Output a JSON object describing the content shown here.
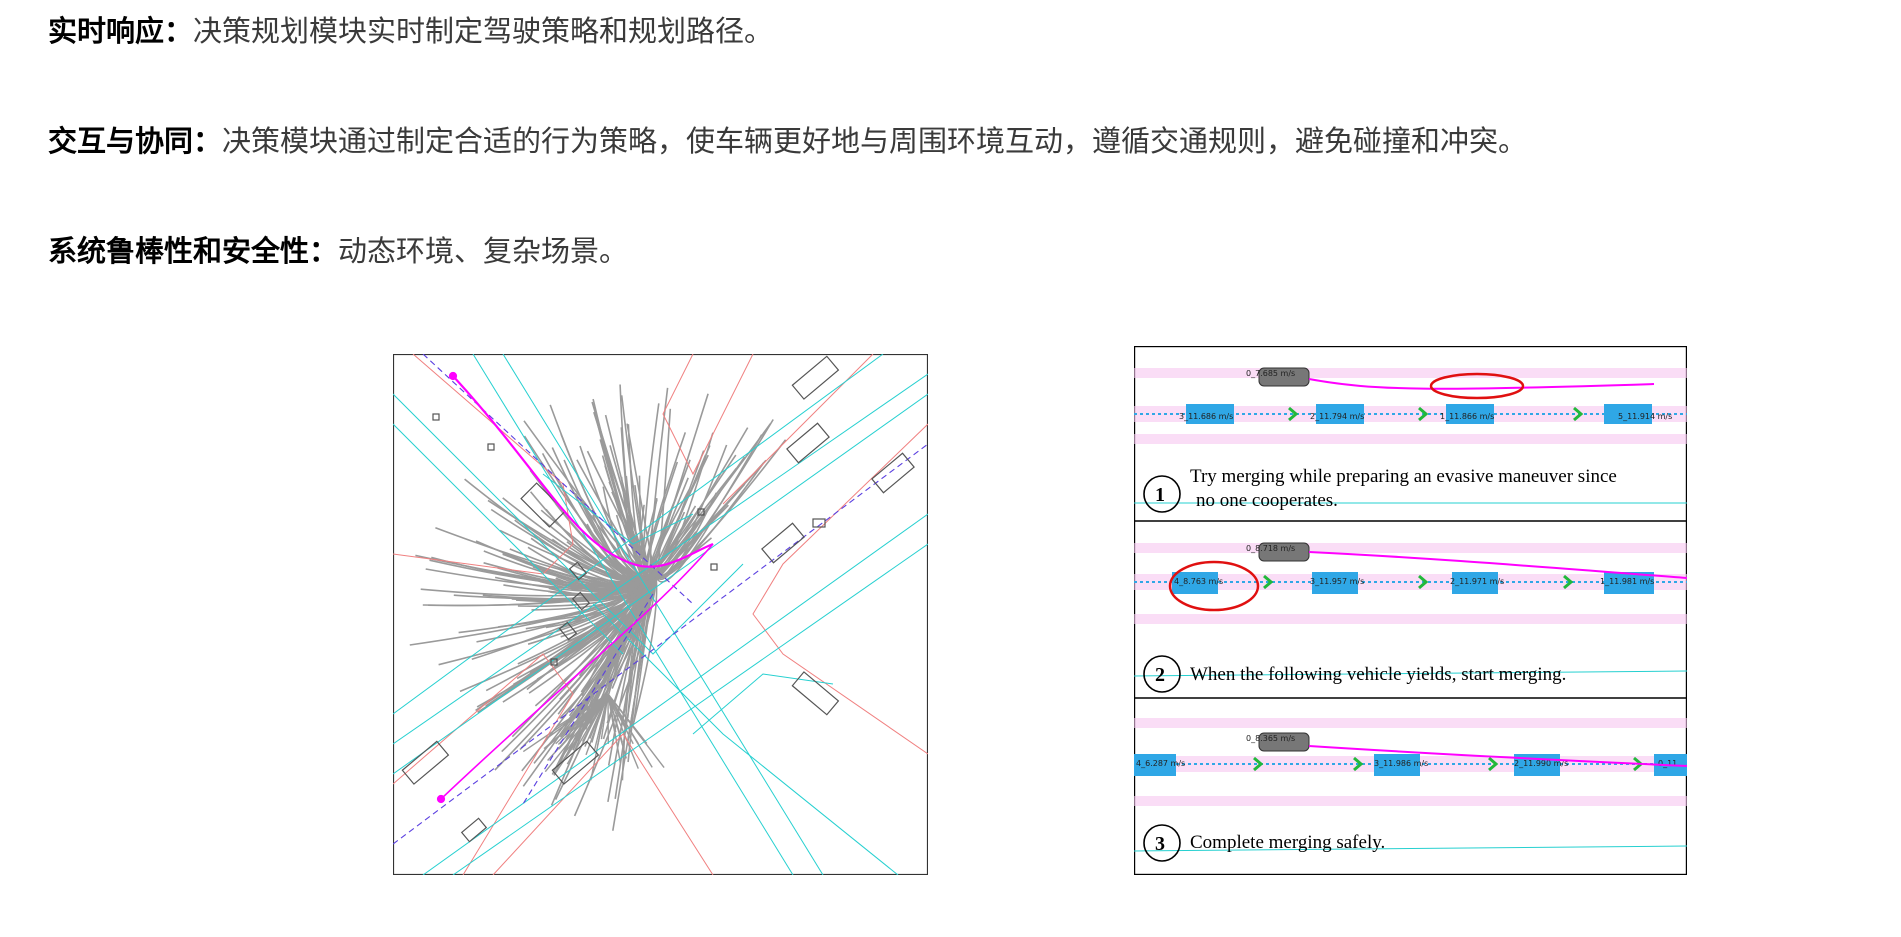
{
  "paragraphs": [
    {
      "term": "实时响应：",
      "text": "决策规划模块实时制定驾驶策略和规划路径。"
    },
    {
      "term": "交互与协同：",
      "text": "决策模块通过制定合适的行为策略，使车辆更好地与周围环境互动，遵循交通规则，避免碰撞和冲突。"
    },
    {
      "term": "系统鲁棒性和安全性：",
      "text": "动态环境、复杂场景。"
    }
  ],
  "merge_panels": [
    {
      "number": "1",
      "caption_lines": [
        "Try merging while preparing an evasive maneuver since",
        "no one cooperates."
      ],
      "ego_speed": "0_7.685  m/s",
      "speeds": [
        "3_11.686  m/s",
        "2_11.794  m/s",
        "1_11.866  m/s",
        "5_11.914  m/s"
      ]
    },
    {
      "number": "2",
      "caption_lines": [
        "When the following vehicle yields, start merging."
      ],
      "ego_speed": "0_8.718  m/s",
      "speeds": [
        "4_8.763  m/s",
        "3_11.957  m/s",
        "2_11.971  m/s",
        "1_11.981  m/s"
      ]
    },
    {
      "number": "3",
      "caption_lines": [
        "Complete merging safely."
      ],
      "ego_speed": "0_8.365  m/s",
      "speeds": [
        "4_6.287  m/s",
        "3_11.986  m/s",
        "2_11.990  m/s",
        "0_11"
      ]
    }
  ],
  "colors": {
    "trajectory": "#ff00ff",
    "lane_cyan": "#26d0d0",
    "road_edge": "#f08080",
    "vehicle_blue": "#2fa7e6",
    "arrow_green": "#22b83a",
    "highlight_red": "#e01010",
    "fan_gray": "#9a9a9a"
  }
}
